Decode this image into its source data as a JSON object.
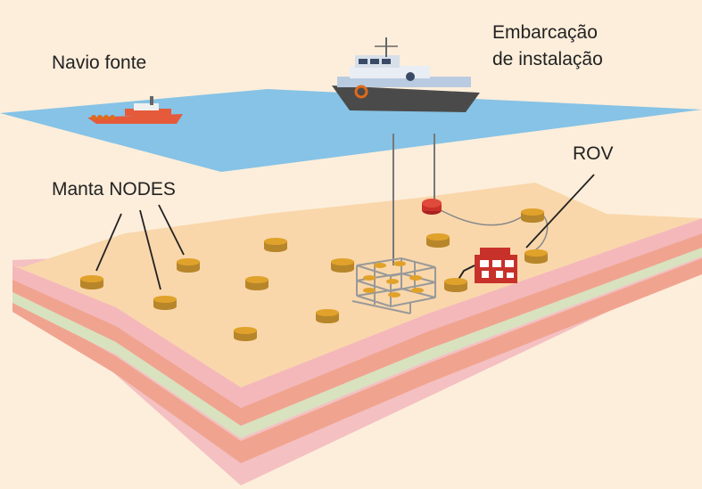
{
  "labels": {
    "source_vessel": "Navio fonte",
    "installation_vessel_line1": "Embarcação",
    "installation_vessel_line2": "de instalação",
    "nodes": "Manta NODES",
    "rov": "ROV"
  },
  "colors": {
    "background": "#fdeedb",
    "sea_surface": "#86c3e6",
    "seabed": "#f9d7ab",
    "strata_pink": "#f2b5b8",
    "strata_salmon": "#f0a48f",
    "strata_green": "#d8e2bf",
    "node_gold": "#e0a22a",
    "rov_red": "#c8312a",
    "vessel_hull": "#4a4a4a",
    "source_hull": "#e55a3a"
  },
  "icons": {
    "source_vessel": "boat-icon",
    "installation_vessel": "ship-icon",
    "node": "seismic-node-icon",
    "rov": "rov-icon",
    "basket": "node-basket-icon",
    "buoy": "buoy-icon"
  }
}
